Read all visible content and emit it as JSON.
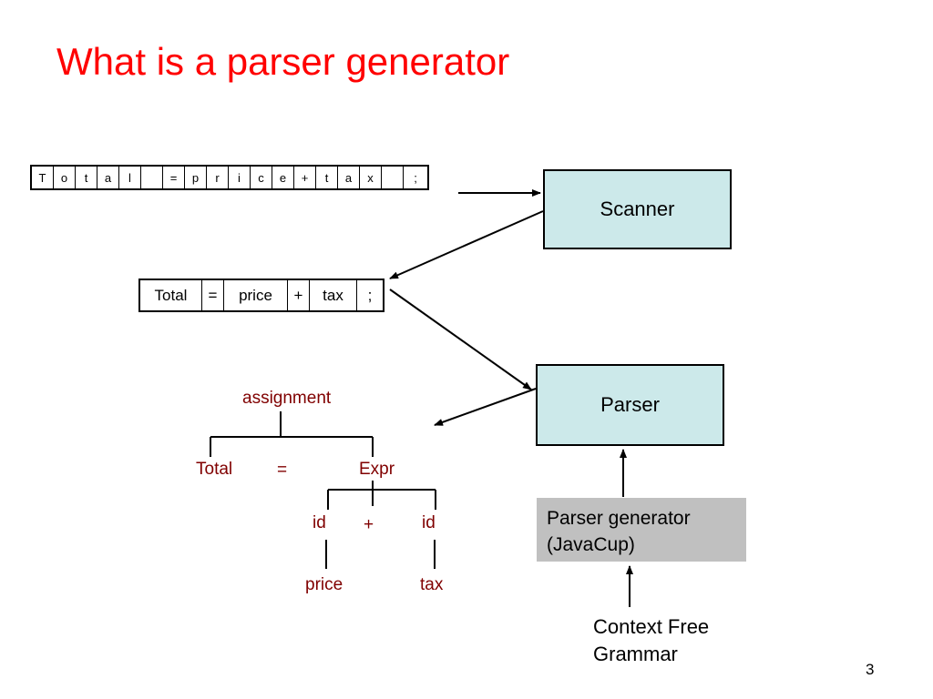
{
  "slide": {
    "title": "What is a parser generator",
    "page_number": "3"
  },
  "char_stream": [
    "T",
    "o",
    "t",
    "a",
    "l",
    "",
    "=",
    "p",
    "r",
    "i",
    "c",
    "e",
    "+",
    "t",
    "a",
    "x",
    "",
    ";"
  ],
  "token_stream": [
    "Total",
    "=",
    "price",
    "+",
    "tax",
    ";"
  ],
  "scanner": {
    "label": "Scanner"
  },
  "parser": {
    "label": "Parser"
  },
  "parser_generator": {
    "line1": "Parser generator",
    "line2": "(JavaCup)"
  },
  "grammar": {
    "line1": "Context Free",
    "line2": "Grammar"
  },
  "parse_tree": {
    "root": "assignment",
    "lhs": "Total",
    "eq": "=",
    "expr": "Expr",
    "id_left": "id",
    "plus": "+",
    "id_right": "id",
    "leaf_left": "price",
    "leaf_right": "tax"
  },
  "colors": {
    "title": "#ff0000",
    "tree_text": "#800000",
    "box_fill": "#cce9ea",
    "generator_fill": "#c0c0c0"
  }
}
